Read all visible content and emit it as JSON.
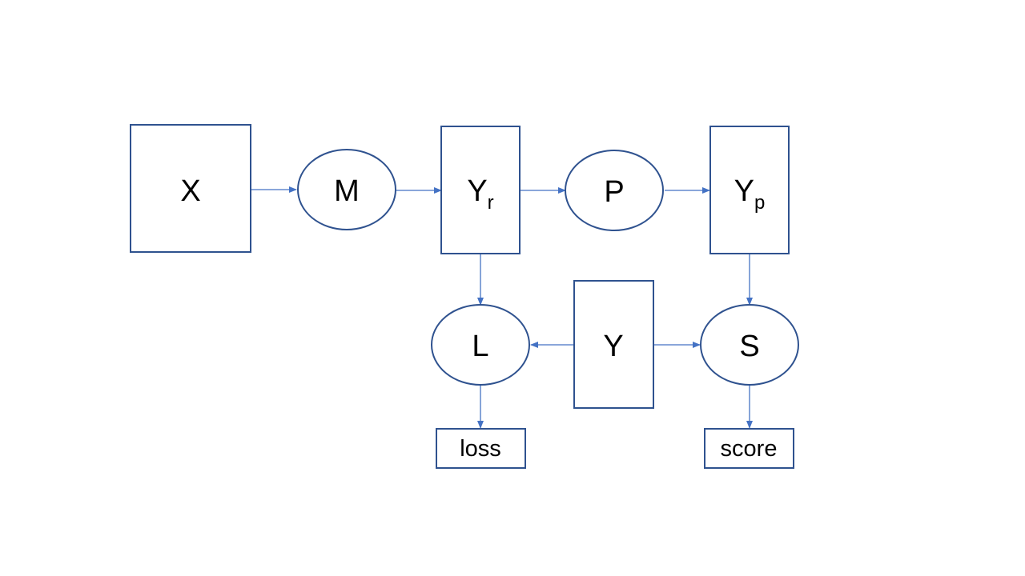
{
  "nodes": {
    "x": {
      "label": "X"
    },
    "m": {
      "label": "M"
    },
    "yr": {
      "label": "Y",
      "subscript": "r"
    },
    "p": {
      "label": "P"
    },
    "yp": {
      "label": "Y",
      "subscript": "p"
    },
    "l": {
      "label": "L"
    },
    "y": {
      "label": "Y"
    },
    "s": {
      "label": "S"
    },
    "loss": {
      "label": "loss"
    },
    "score": {
      "label": "score"
    }
  },
  "edges": [
    {
      "from": "X",
      "to": "M"
    },
    {
      "from": "M",
      "to": "Yr"
    },
    {
      "from": "Yr",
      "to": "P"
    },
    {
      "from": "P",
      "to": "Yp"
    },
    {
      "from": "Yr",
      "to": "L"
    },
    {
      "from": "Yp",
      "to": "S"
    },
    {
      "from": "Y",
      "to": "L"
    },
    {
      "from": "Y",
      "to": "S"
    },
    {
      "from": "L",
      "to": "loss"
    },
    {
      "from": "S",
      "to": "score"
    }
  ],
  "colors": {
    "node_stroke": "#2f528f",
    "edge": "#4472c4",
    "background": "#ffffff"
  }
}
